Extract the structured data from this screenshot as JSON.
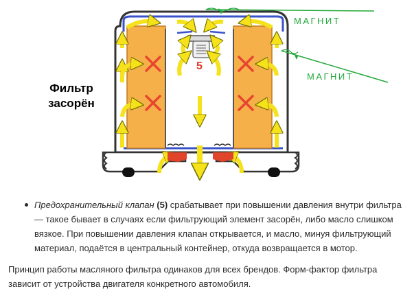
{
  "diagram": {
    "title_line1": "Фильтр",
    "title_line2": "засорён",
    "magnet_label_1": "МАГНИТ",
    "magnet_label_2": "МАГНИТ",
    "valve_number": "5",
    "colors": {
      "filter_element": "#f5b04a",
      "cross": "#e8452f",
      "flow_arrow": "#f5e21a",
      "housing_outline": "#333333",
      "inner_lining": "#3a52c9",
      "valve": "#e0452c",
      "magnet_line": "#22a83a"
    }
  },
  "content": {
    "bullet": {
      "term": "Предохранительный клапан",
      "number": "(5)",
      "text": " срабатывает при повышении давления внутри фильтра — такое бывает в случаях если фильтрующий элемент засорён, либо масло слишком вязкое. При повышении давления клапан открывается, и масло, минуя фильтрующий материал, подаётся в центральный контейнер, откуда возвращается в мотор."
    },
    "paragraph": "Принцип работы масляного фильтра одинаков для всех брендов. Форм-фактор фильтра зависит от устройства двигателя конкретного автомобиля."
  }
}
